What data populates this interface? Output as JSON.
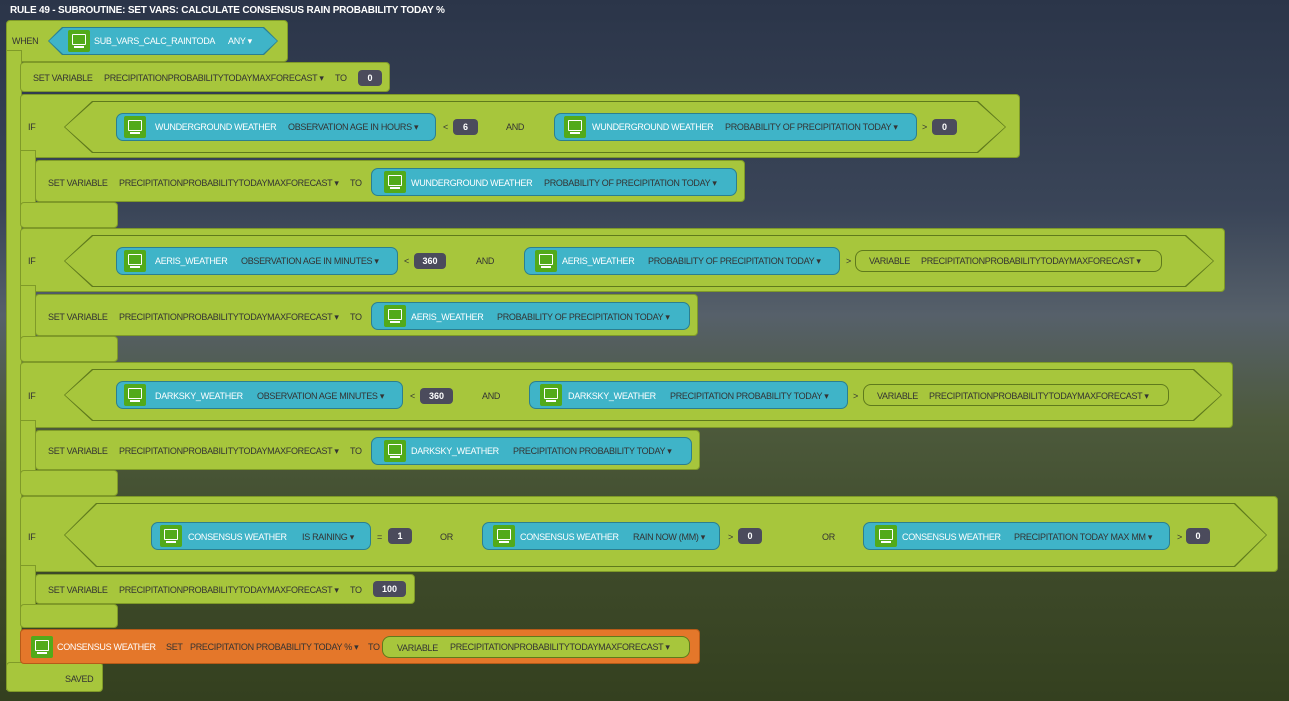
{
  "title": "RULE 49 - SUBROUTINE: SET VARS: CALCULATE CONSENSUS RAIN PROBABILITY TODAY %",
  "when": {
    "label": "WHEN",
    "trigger": "SUB_VARS_CALC_RAINTODA",
    "mode": "ANY ▾"
  },
  "kw": {
    "set_variable": "SET VARIABLE",
    "to": "TO",
    "if": "IF",
    "and": "AND",
    "or": "OR",
    "lt": "<",
    "gt": ">",
    "eq": "=",
    "variable": "VARIABLE",
    "set": "SET",
    "saved": "SAVED"
  },
  "var": "PRECIPITATIONPROBABILITYTODAYMAXFORECAST ▾",
  "init_value": "0",
  "if1": {
    "dev1": "WUNDERGROUND WEATHER",
    "prop1": "OBSERVATION AGE IN HOURS ▾",
    "val1": "6",
    "dev2": "WUNDERGROUND WEATHER",
    "prop2": "PROBABILITY OF PRECIPITATION TODAY ▾",
    "val2": "0",
    "set_dev": "WUNDERGROUND WEATHER",
    "set_prop": "PROBABILITY OF PRECIPITATION TODAY ▾"
  },
  "if2": {
    "dev1": "AERIS_WEATHER",
    "prop1": "OBSERVATION AGE IN MINUTES ▾",
    "val1": "360",
    "dev2": "AERIS_WEATHER",
    "prop2": "PROBABILITY OF PRECIPITATION TODAY ▾",
    "set_dev": "AERIS_WEATHER",
    "set_prop": "PROBABILITY OF PRECIPITATION TODAY ▾"
  },
  "if3": {
    "dev1": "DARKSKY_WEATHER",
    "prop1": "OBSERVATION AGE MINUTES ▾",
    "val1": "360",
    "dev2": "DARKSKY_WEATHER",
    "prop2": "PRECIPITATION PROBABILITY TODAY ▾",
    "set_dev": "DARKSKY_WEATHER",
    "set_prop": "PRECIPITATION PROBABILITY TODAY ▾"
  },
  "if4": {
    "dev1": "CONSENSUS WEATHER",
    "prop1": "IS RAINING ▾",
    "val1": "1",
    "dev2": "CONSENSUS WEATHER",
    "prop2": "RAIN NOW (MM) ▾",
    "val2": "0",
    "dev3": "CONSENSUS WEATHER",
    "prop3": "PRECIPITATION TODAY MAX MM ▾",
    "val3": "0",
    "set_value": "100"
  },
  "final": {
    "dev": "CONSENSUS WEATHER",
    "prop": "PRECIPITATION PROBABILITY TODAY % ▾"
  }
}
